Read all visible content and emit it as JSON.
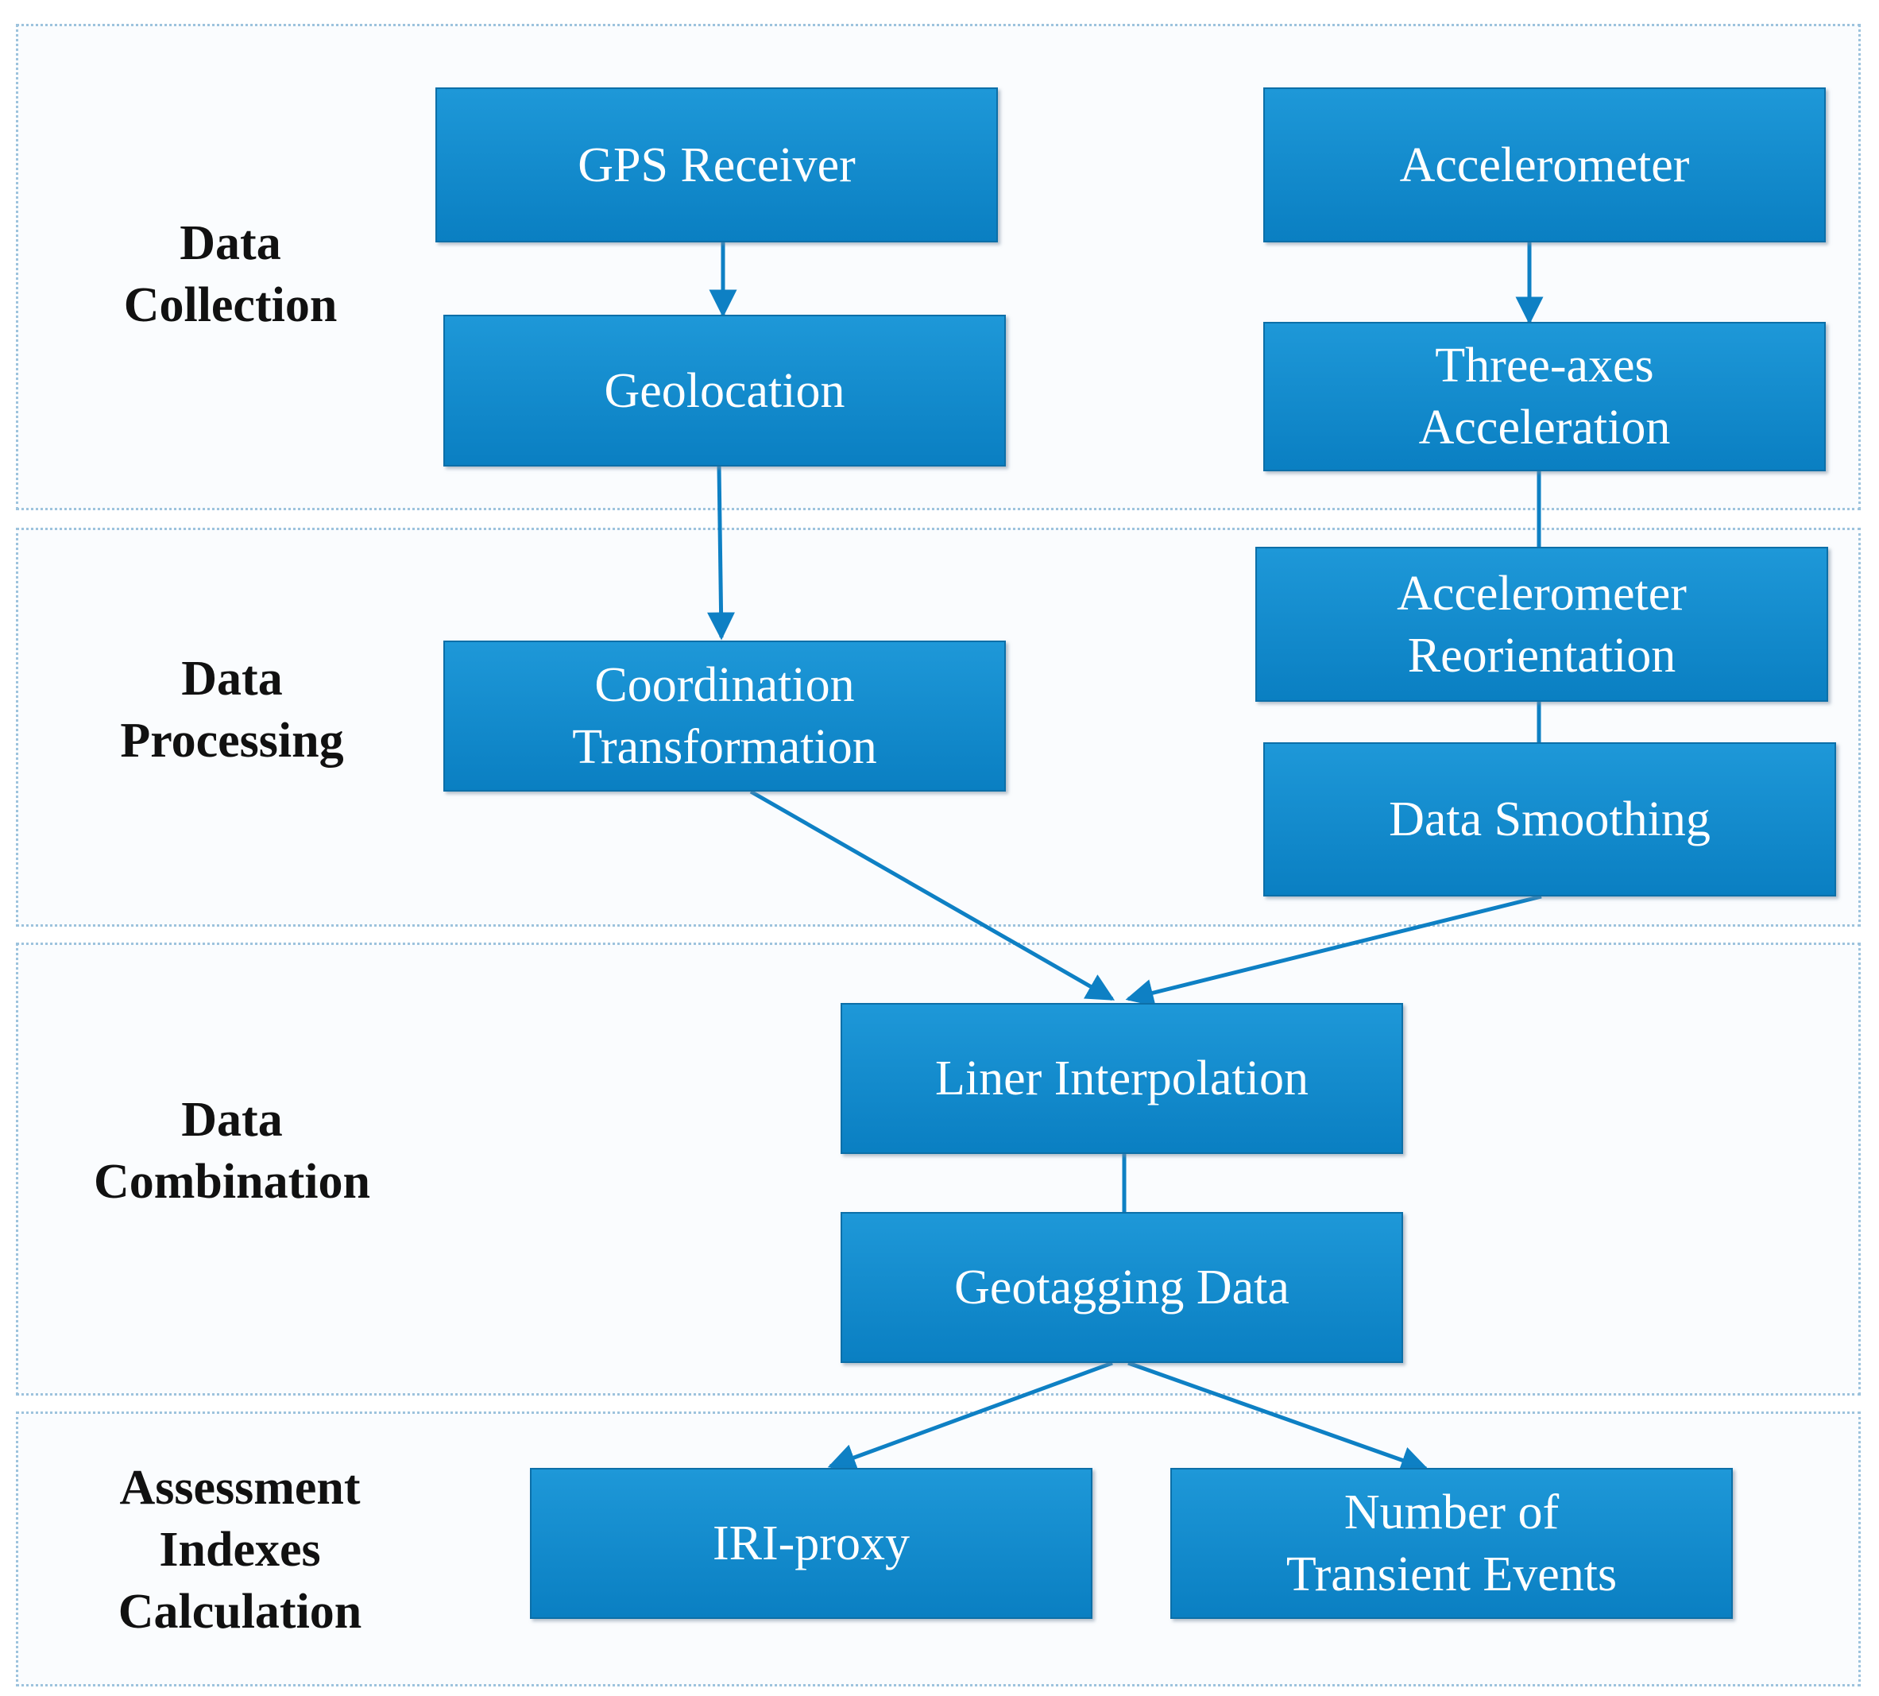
{
  "stages": {
    "collection": "Data\nCollection",
    "processing": "Data\nProcessing",
    "combination": "Data\nCombination",
    "assessment": "Assessment\nIndexes\nCalculation"
  },
  "nodes": {
    "gps_receiver": "GPS Receiver",
    "accelerometer": "Accelerometer",
    "geolocation": "Geolocation",
    "three_axes_acceleration": "Three-axes\nAcceleration",
    "accelerometer_reorientation": "Accelerometer\nReorientation",
    "coordination_transformation": "Coordination\nTransformation",
    "data_smoothing": "Data Smoothing",
    "liner_interpolation": "Liner Interpolation",
    "geotagging_data": "Geotagging Data",
    "iri_proxy": "IRI-proxy",
    "number_of_transient_events": "Number of\nTransient Events"
  },
  "colors": {
    "box_fill": "#1490d2",
    "connector": "#0e80c4",
    "stage_border": "#9dc3dd"
  }
}
